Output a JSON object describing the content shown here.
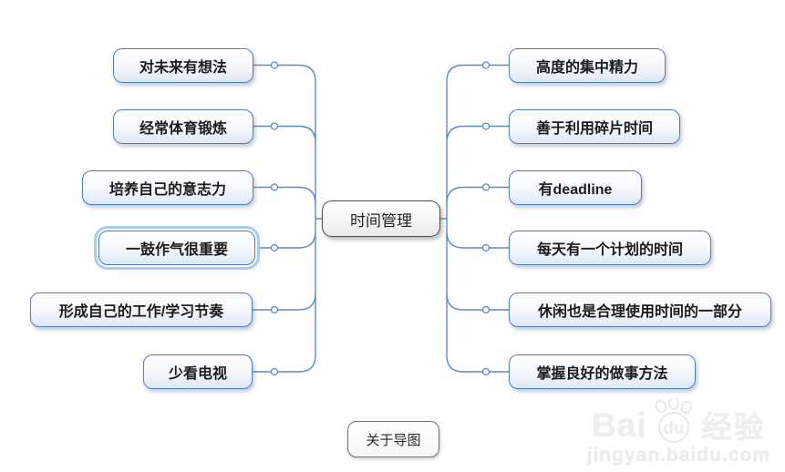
{
  "central": {
    "label": "时间管理"
  },
  "left_branches": [
    {
      "label": "对未来有想法",
      "selected": false
    },
    {
      "label": "经常体育锻炼",
      "selected": false
    },
    {
      "label": "培养自己的意志力",
      "selected": false
    },
    {
      "label": "一鼓作气很重要",
      "selected": true
    },
    {
      "label": "形成自己的工作/学习节奏",
      "selected": false
    },
    {
      "label": "少看电视",
      "selected": false
    }
  ],
  "right_branches": [
    {
      "label": "高度的集中精力"
    },
    {
      "label": "善于利用碎片时间"
    },
    {
      "label": "有deadline"
    },
    {
      "label": "每天有一个计划的时间"
    },
    {
      "label": "休闲也是合理使用时间的一部分"
    },
    {
      "label": "掌握良好的做事方法"
    }
  ],
  "floating_topic": {
    "label": "关于导图"
  },
  "watermark": {
    "brand_prefix": "Bai",
    "brand_du": "du",
    "brand_suffix": "经验",
    "site": "jingyan.baidu.com"
  },
  "colors": {
    "branch_border": "#4d7ebd",
    "connector": "#5d89c4",
    "selection_ring": "#a7cdf1",
    "central_border": "#4f4f4f",
    "node_fill_bottom": "#dde8f6",
    "text": "#1b1b1b"
  }
}
